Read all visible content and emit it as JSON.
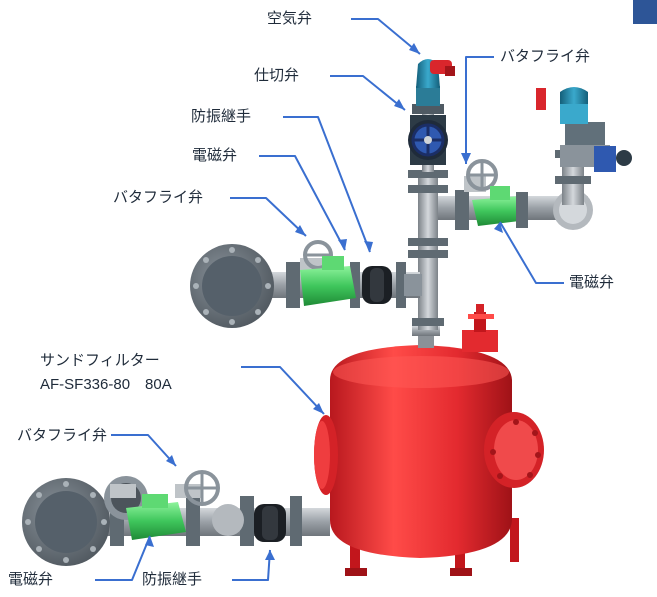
{
  "labels": {
    "air_valve": "空気弁",
    "gate_valve": "仕切弁",
    "vibration_joint_top": "防振継手",
    "solenoid_top": "電磁弁",
    "butterfly_left": "バタフライ弁",
    "butterfly_right": "バタフライ弁",
    "solenoid_right": "電磁弁",
    "sand_filter_name": "サンドフィルター",
    "sand_filter_model": "AF-SF336-80　80A",
    "butterfly_bottom": "バタフライ弁",
    "solenoid_bottom": "電磁弁",
    "vibration_joint_bottom": "防振継手"
  },
  "colors": {
    "leader": "#3a6fd0",
    "tank": "#e8353a",
    "tank_dark": "#b5161c",
    "valve_green": "#3fc65c",
    "pipe": "#a9aeb4",
    "flange": "#5f6a72",
    "actuator_blue": "#1f86a8",
    "corner": "#2d5597"
  }
}
